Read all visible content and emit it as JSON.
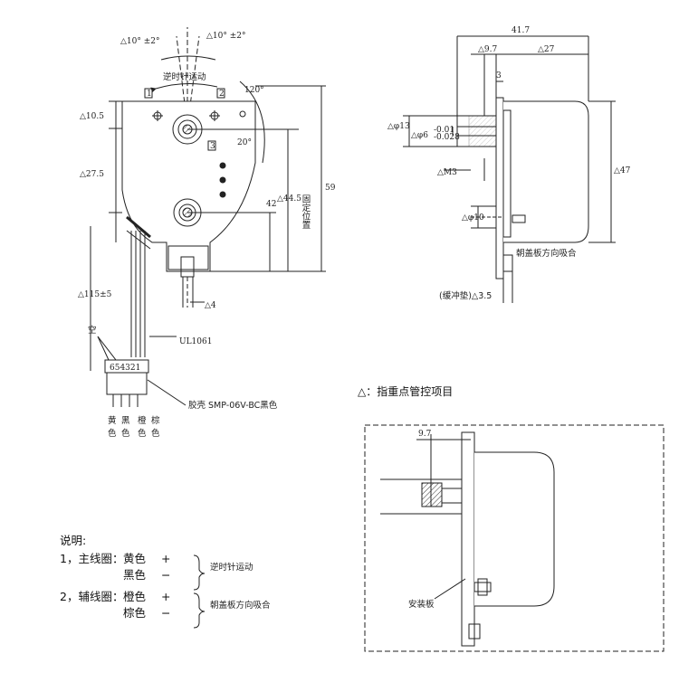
{
  "left_view": {
    "angle_left": "△10° ±2°",
    "angle_right": "△10° ±2°",
    "rotation_label": "逆时针运动",
    "angle_120": "120°",
    "angle_20": "20°",
    "pos_1": "1",
    "pos_2": "2",
    "pos_3": "3",
    "dim_10_5": "△10.5",
    "dim_27_5": "△27.5",
    "dim_42": "42",
    "dim_44_5": "△44.5",
    "fixed_position": "固定位置",
    "dim_59": "59",
    "dim_4": "△4",
    "dim_115": "△115±5",
    "wire_spec": "UL1061",
    "empty_label": "空",
    "pin_numbers": "654321",
    "housing_spec": "胶壳 SMP-06V-BC黑色",
    "wire_colors": [
      {
        "line1": "黄",
        "line2": "色"
      },
      {
        "line1": "黑",
        "line2": "色"
      },
      {
        "line1": "橙",
        "line2": "色"
      },
      {
        "line1": "棕",
        "line2": "色"
      }
    ]
  },
  "side_view": {
    "dim_41_7": "41.7",
    "dim_9_7": "△9.7",
    "dim_27": "△27",
    "dim_3": "3",
    "dim_phi13": "△φ13",
    "dim_phi6": "△φ6",
    "tol_upper": "-0.01",
    "tol_lower": "-0.028",
    "dim_m3": "△M3",
    "dim_47": "△47",
    "dim_phi10": "△φ10",
    "suction_label": "朝盖板方向吸合",
    "cushion_label": "(缓冲垫)△3.5"
  },
  "key_note": "△：指重点管控项目",
  "detail_view": {
    "dim_9_7": "9.7",
    "mount_plate": "安装板"
  },
  "notes": {
    "title": "说明:",
    "line1_prefix": "1，主线圈：",
    "line1_c1": "黄色",
    "line1_s1": "+",
    "line1_c2": "黑色",
    "line1_s2": "−",
    "line1_desc": "逆时针运动",
    "line2_prefix": "2，辅线圈：",
    "line2_c1": "橙色",
    "line2_s1": "+",
    "line2_c2": "棕色",
    "line2_s2": "−",
    "line2_desc": "朝盖板方向吸合"
  }
}
